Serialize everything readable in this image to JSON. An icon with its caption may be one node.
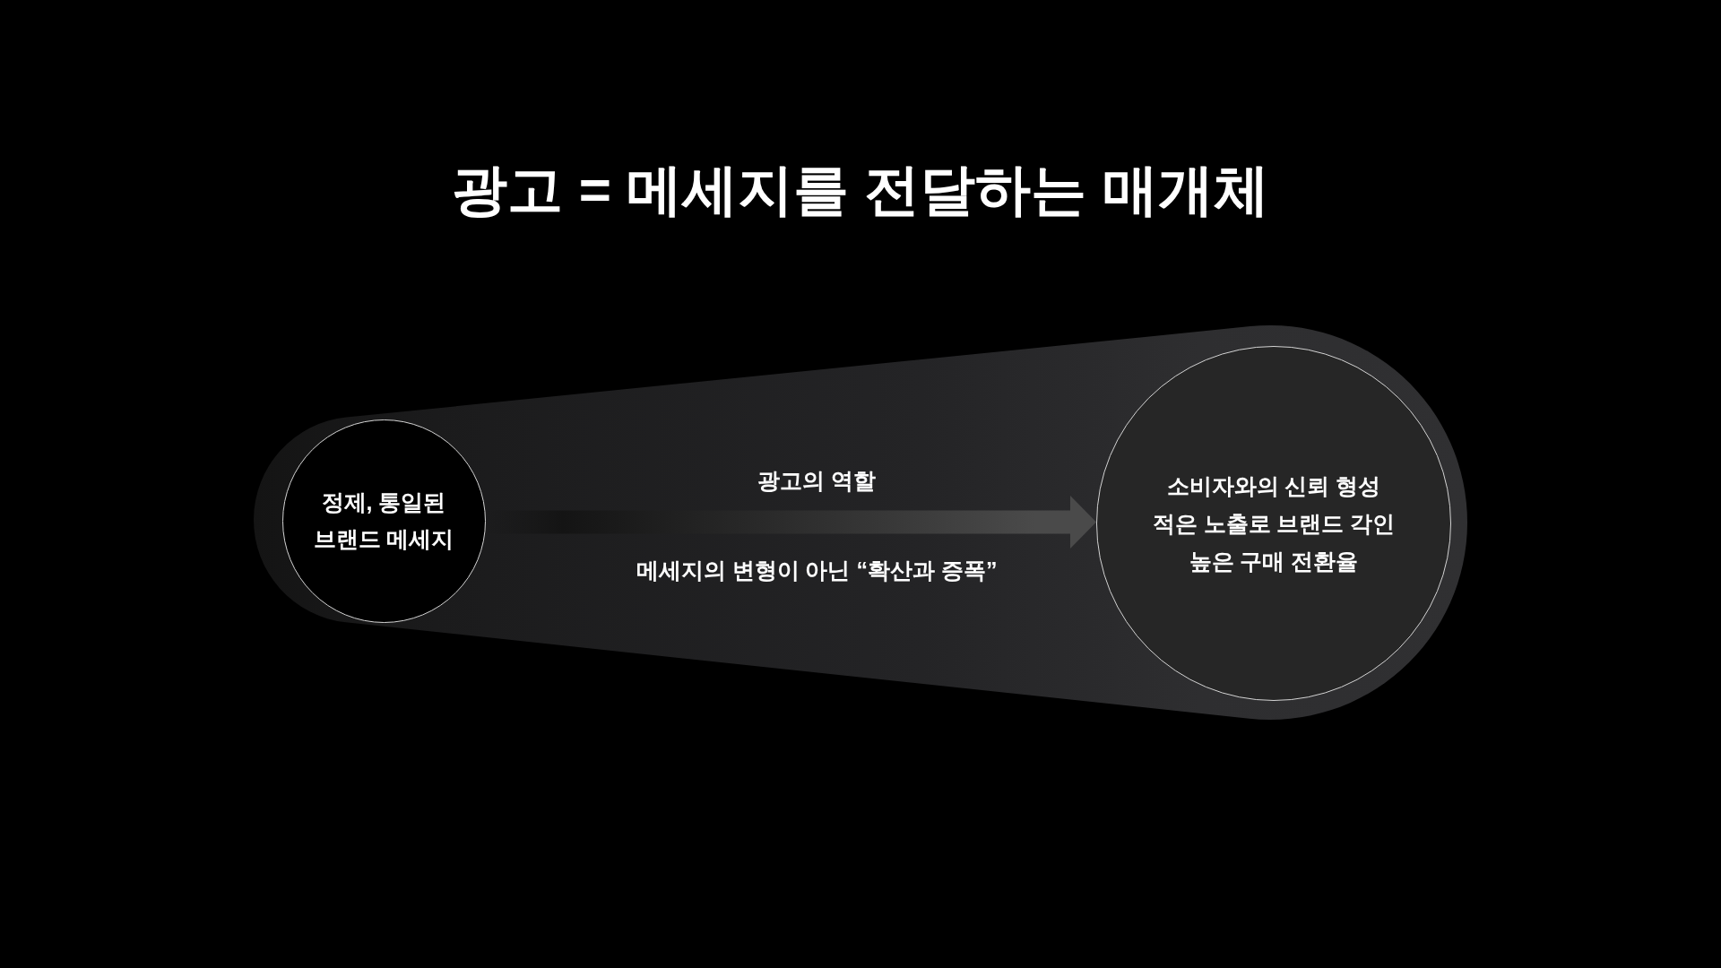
{
  "diagram": {
    "title": "광고 = 메세지를 전달하는 매개체",
    "nodes": [
      {
        "text": [
          "광고의 역할",
          "메세지의 변형이 아닌 “확산과 증폭”"
        ]
      },
      {
        "text": [
          "정제, 통일된 브랜드 메세지"
        ],
        "in": 0
      },
      {
        "text": [
          "소비자와의 신뢰 형성",
          "적은 노출로 브랜드 각인",
          "높은 구매 전환율"
        ],
        "in": 0
      }
    ],
    "edges": [
      {
        "from": 1,
        "to": 2,
        "arrow": "to"
      }
    ]
  }
}
